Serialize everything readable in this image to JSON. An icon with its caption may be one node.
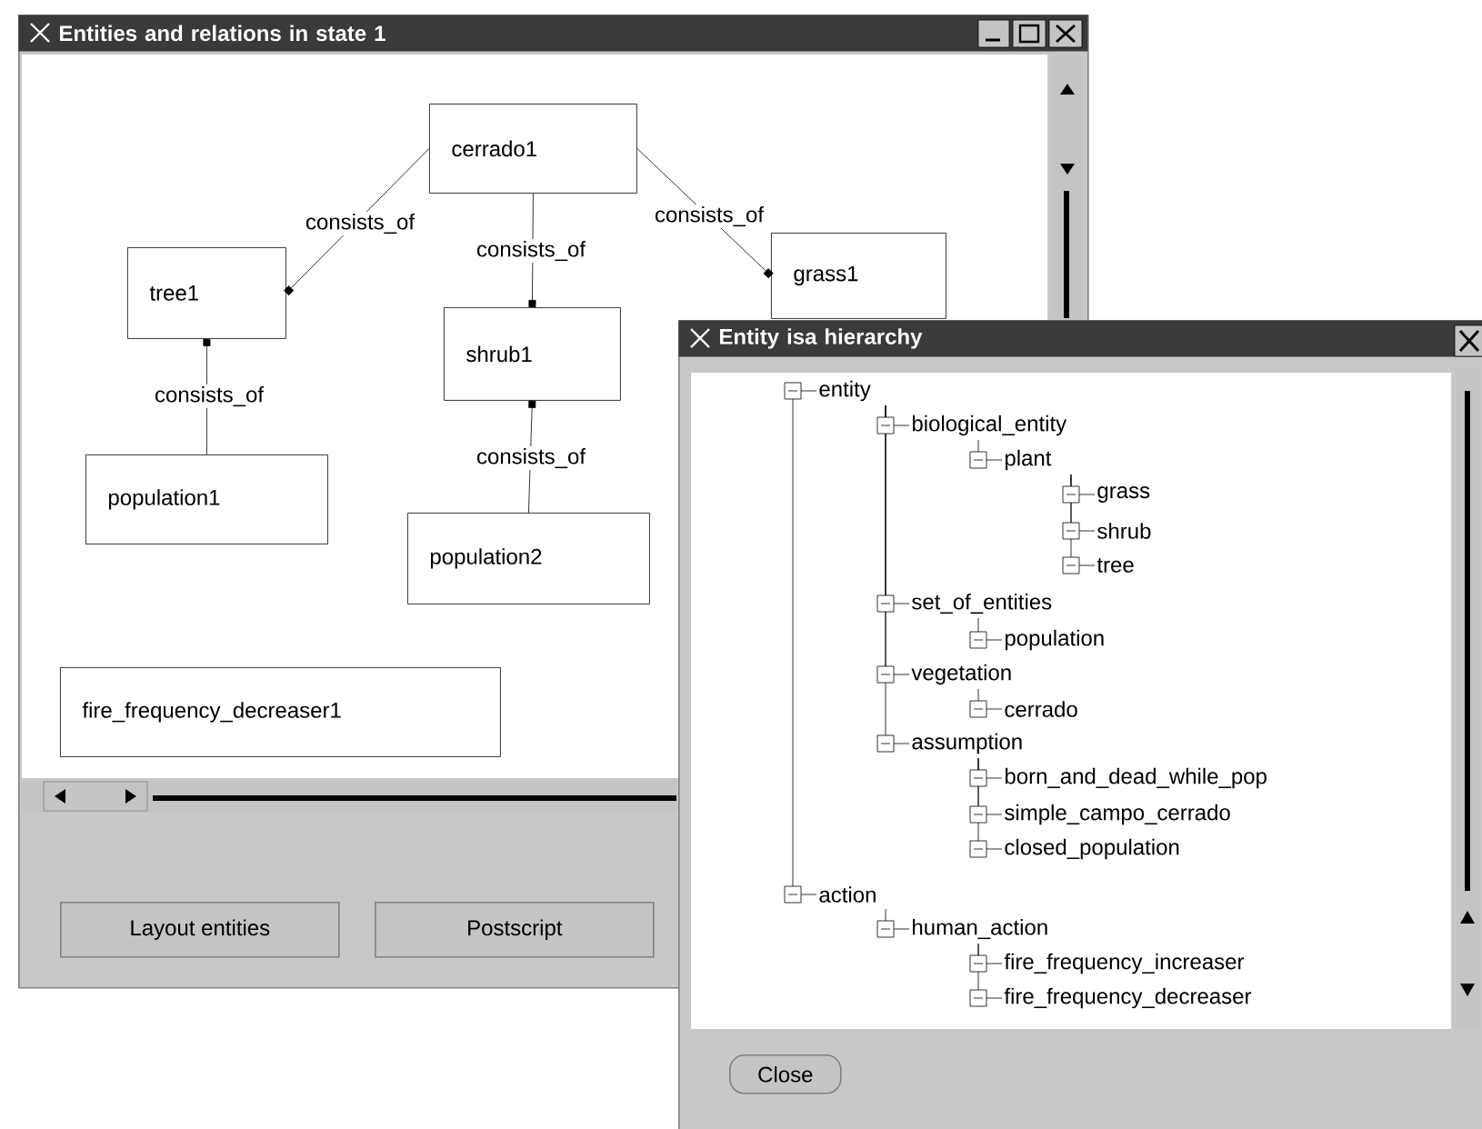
{
  "diagram": {
    "nodes": [
      {
        "text": [
          "Entities and relations in state 1"
        ]
      },
      {
        "text": [
          "cerrado1"
        ],
        "in": 0
      },
      {
        "text": [
          "tree1"
        ],
        "in": 0
      },
      {
        "text": [
          "shrub1"
        ],
        "in": 0
      },
      {
        "text": [
          "grass1"
        ],
        "in": 0
      },
      {
        "text": [
          "population1"
        ],
        "in": 0
      },
      {
        "text": [
          "population2"
        ],
        "in": 0
      },
      {
        "text": [
          "fire_frequency_decreaser1"
        ],
        "in": 0
      },
      {
        "text": [
          "Layout entities"
        ],
        "in": 0
      },
      {
        "text": [
          "Postscript"
        ],
        "in": 0
      },
      {
        "text": [
          "Entity isa hierarchy"
        ]
      },
      {
        "text": [
          "entity"
        ]
      },
      {
        "text": [
          "biological_entity"
        ]
      },
      {
        "text": [
          "plant"
        ]
      },
      {
        "text": [
          "grass"
        ],
        "in": 10
      },
      {
        "text": [
          "shrub"
        ],
        "in": 10
      },
      {
        "text": [
          "tree"
        ],
        "in": 10
      },
      {
        "text": [
          "set_of_entities"
        ]
      },
      {
        "text": [
          "population"
        ],
        "in": 10
      },
      {
        "text": [
          "vegetation"
        ]
      },
      {
        "text": [
          "cerrado"
        ]
      },
      {
        "text": [
          "assumption"
        ]
      },
      {
        "text": [
          "born_and_dead_while_pop"
        ],
        "in": 10
      },
      {
        "text": [
          "simple_campo_cerrado"
        ],
        "in": 10
      },
      {
        "text": [
          "closed_population"
        ],
        "in": 10
      },
      {
        "text": [
          "action"
        ]
      },
      {
        "text": [
          "human_action"
        ]
      },
      {
        "text": [
          "fire_frequency_increaser"
        ],
        "in": 10
      },
      {
        "text": [
          "fire_frequency_decreaser"
        ],
        "in": 10
      },
      {
        "text": [
          "Close"
        ],
        "in": 10
      }
    ],
    "edges": [
      {
        "from": 1,
        "to": 2,
        "arrow": "other",
        "label": "consists_of"
      },
      {
        "from": 1,
        "to": 3,
        "arrow": "other",
        "label": "consists_of"
      },
      {
        "from": 1,
        "to": 4,
        "arrow": "other",
        "label": "consists_of"
      },
      {
        "from": 5,
        "to": 2,
        "arrow": "other",
        "label": "consists_of"
      },
      {
        "from": 6,
        "to": 3,
        "arrow": "other",
        "label": "consists_of"
      },
      {
        "from": 11,
        "to": 12,
        "arrow": "none"
      },
      {
        "from": 11,
        "to": 17,
        "arrow": "none"
      },
      {
        "from": 11,
        "to": 19,
        "arrow": "none"
      },
      {
        "from": 11,
        "to": 21,
        "arrow": "none"
      },
      {
        "from": 12,
        "to": 13,
        "arrow": "none"
      },
      {
        "from": 13,
        "to": 14,
        "arrow": "none"
      },
      {
        "from": 13,
        "to": 15,
        "arrow": "none"
      },
      {
        "from": 13,
        "to": 16,
        "arrow": "none"
      },
      {
        "from": 17,
        "to": 18,
        "arrow": "none"
      },
      {
        "from": 19,
        "to": 20,
        "arrow": "none"
      },
      {
        "from": 21,
        "to": 22,
        "arrow": "none"
      },
      {
        "from": 21,
        "to": 23,
        "arrow": "none"
      },
      {
        "from": 21,
        "to": 24,
        "arrow": "none"
      },
      {
        "from": 11,
        "to": 25,
        "arrow": "none"
      },
      {
        "from": 25,
        "to": 26,
        "arrow": "none"
      },
      {
        "from": 26,
        "to": 27,
        "arrow": "none"
      },
      {
        "from": 26,
        "to": 28,
        "arrow": "none"
      }
    ]
  }
}
